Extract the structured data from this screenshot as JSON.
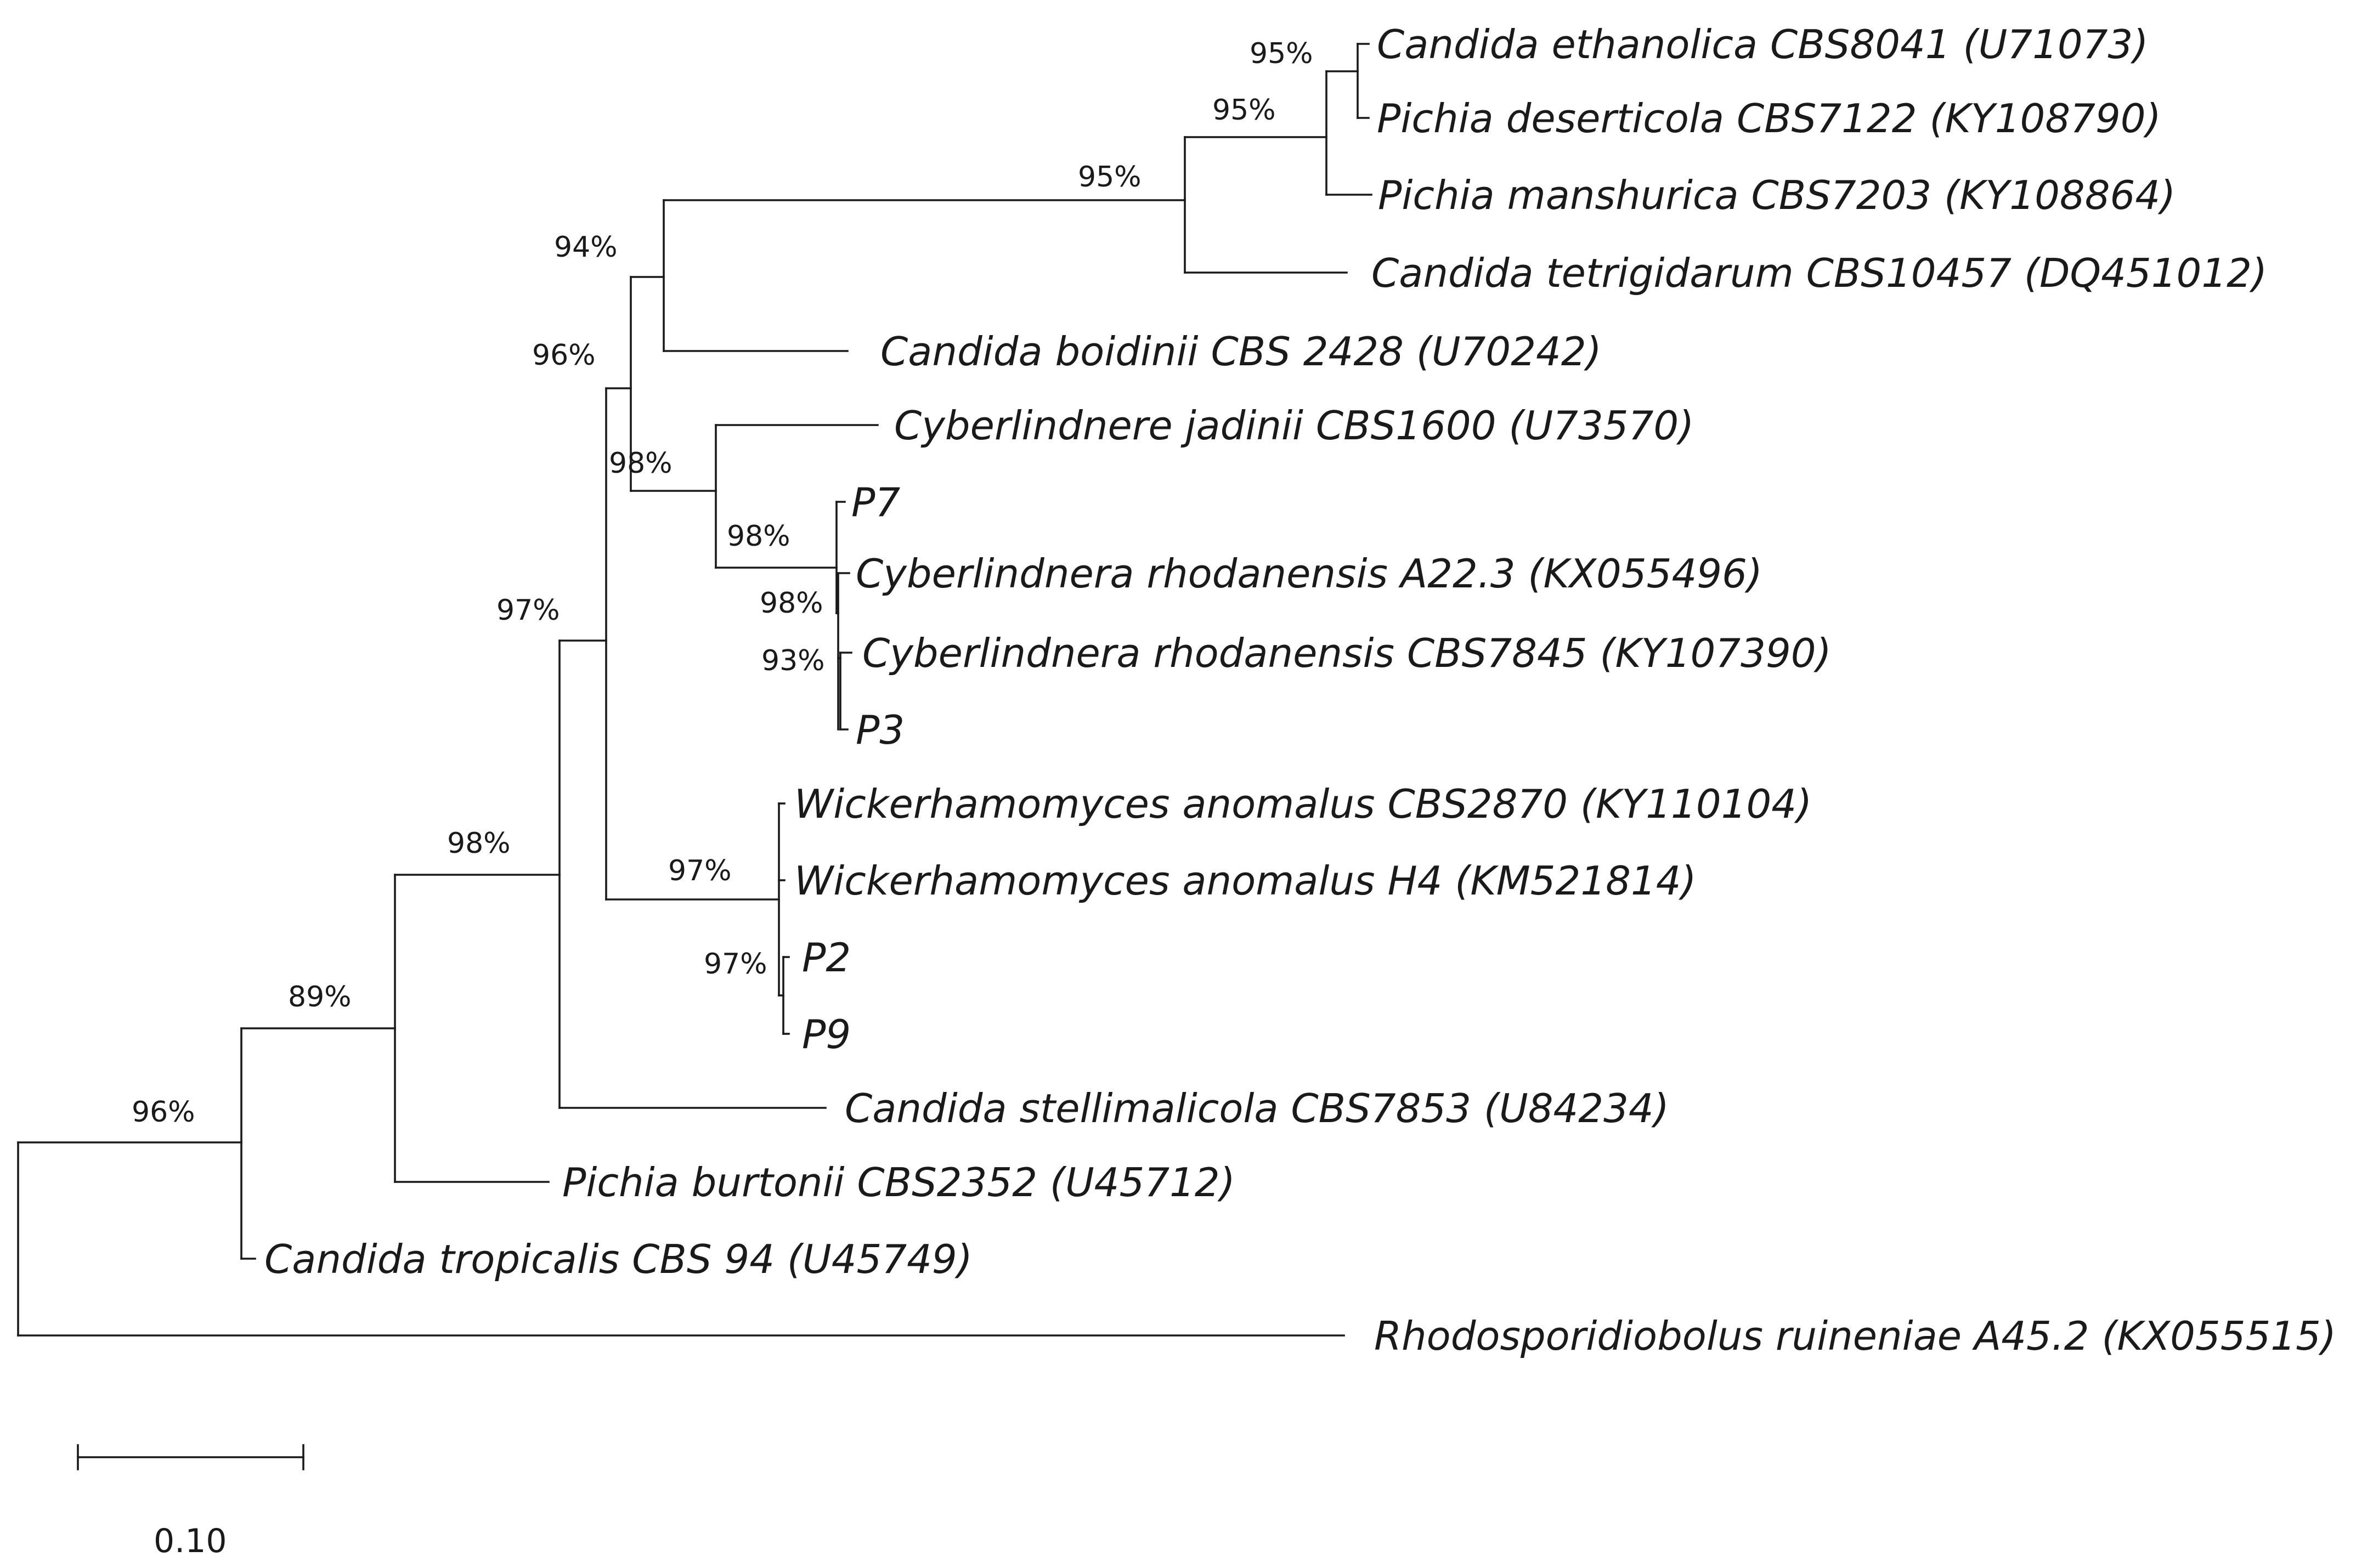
{
  "taxa": [
    "Candida ethanolica CBS8041 (U71073)",
    "Pichia deserticola CBS7122 (KY108790)",
    "Pichia manshurica CBS7203 (KY108864)",
    "Candida tetrigidarum CBS10457 (DQ451012)",
    "Candida boidinii CBS 2428 (U70242)",
    "Cyberlindnere jadinii CBS1600 (U73570)",
    "P7",
    "Cyberlindnera rhodanensis A22.3 (KX055496)",
    "Cyberlindnera rhodanensis CBS7845 (KY107390)",
    "P3",
    "Wickerhamomyces anomalus CBS2870 (KY110104)",
    "Wickerhamomyces anomalus H4 (KM521814)",
    "P2",
    "P9",
    "Candida stellimalicola CBS7853 (U84234)",
    "Pichia burtonii CBS2352 (U45712)",
    "Candida tropicalis CBS 94 (U45749)",
    "Rhodosporidiobolus ruineniae A45.2 (KX055515)"
  ],
  "support_values": [
    "95%",
    "95%",
    "95%",
    "94%",
    "96%",
    "98%",
    "98%",
    "98%",
    "93%",
    "97%",
    "97%",
    "97%",
    "98%",
    "89%",
    "96%"
  ],
  "scale_bar": {
    "label": "0.10"
  }
}
